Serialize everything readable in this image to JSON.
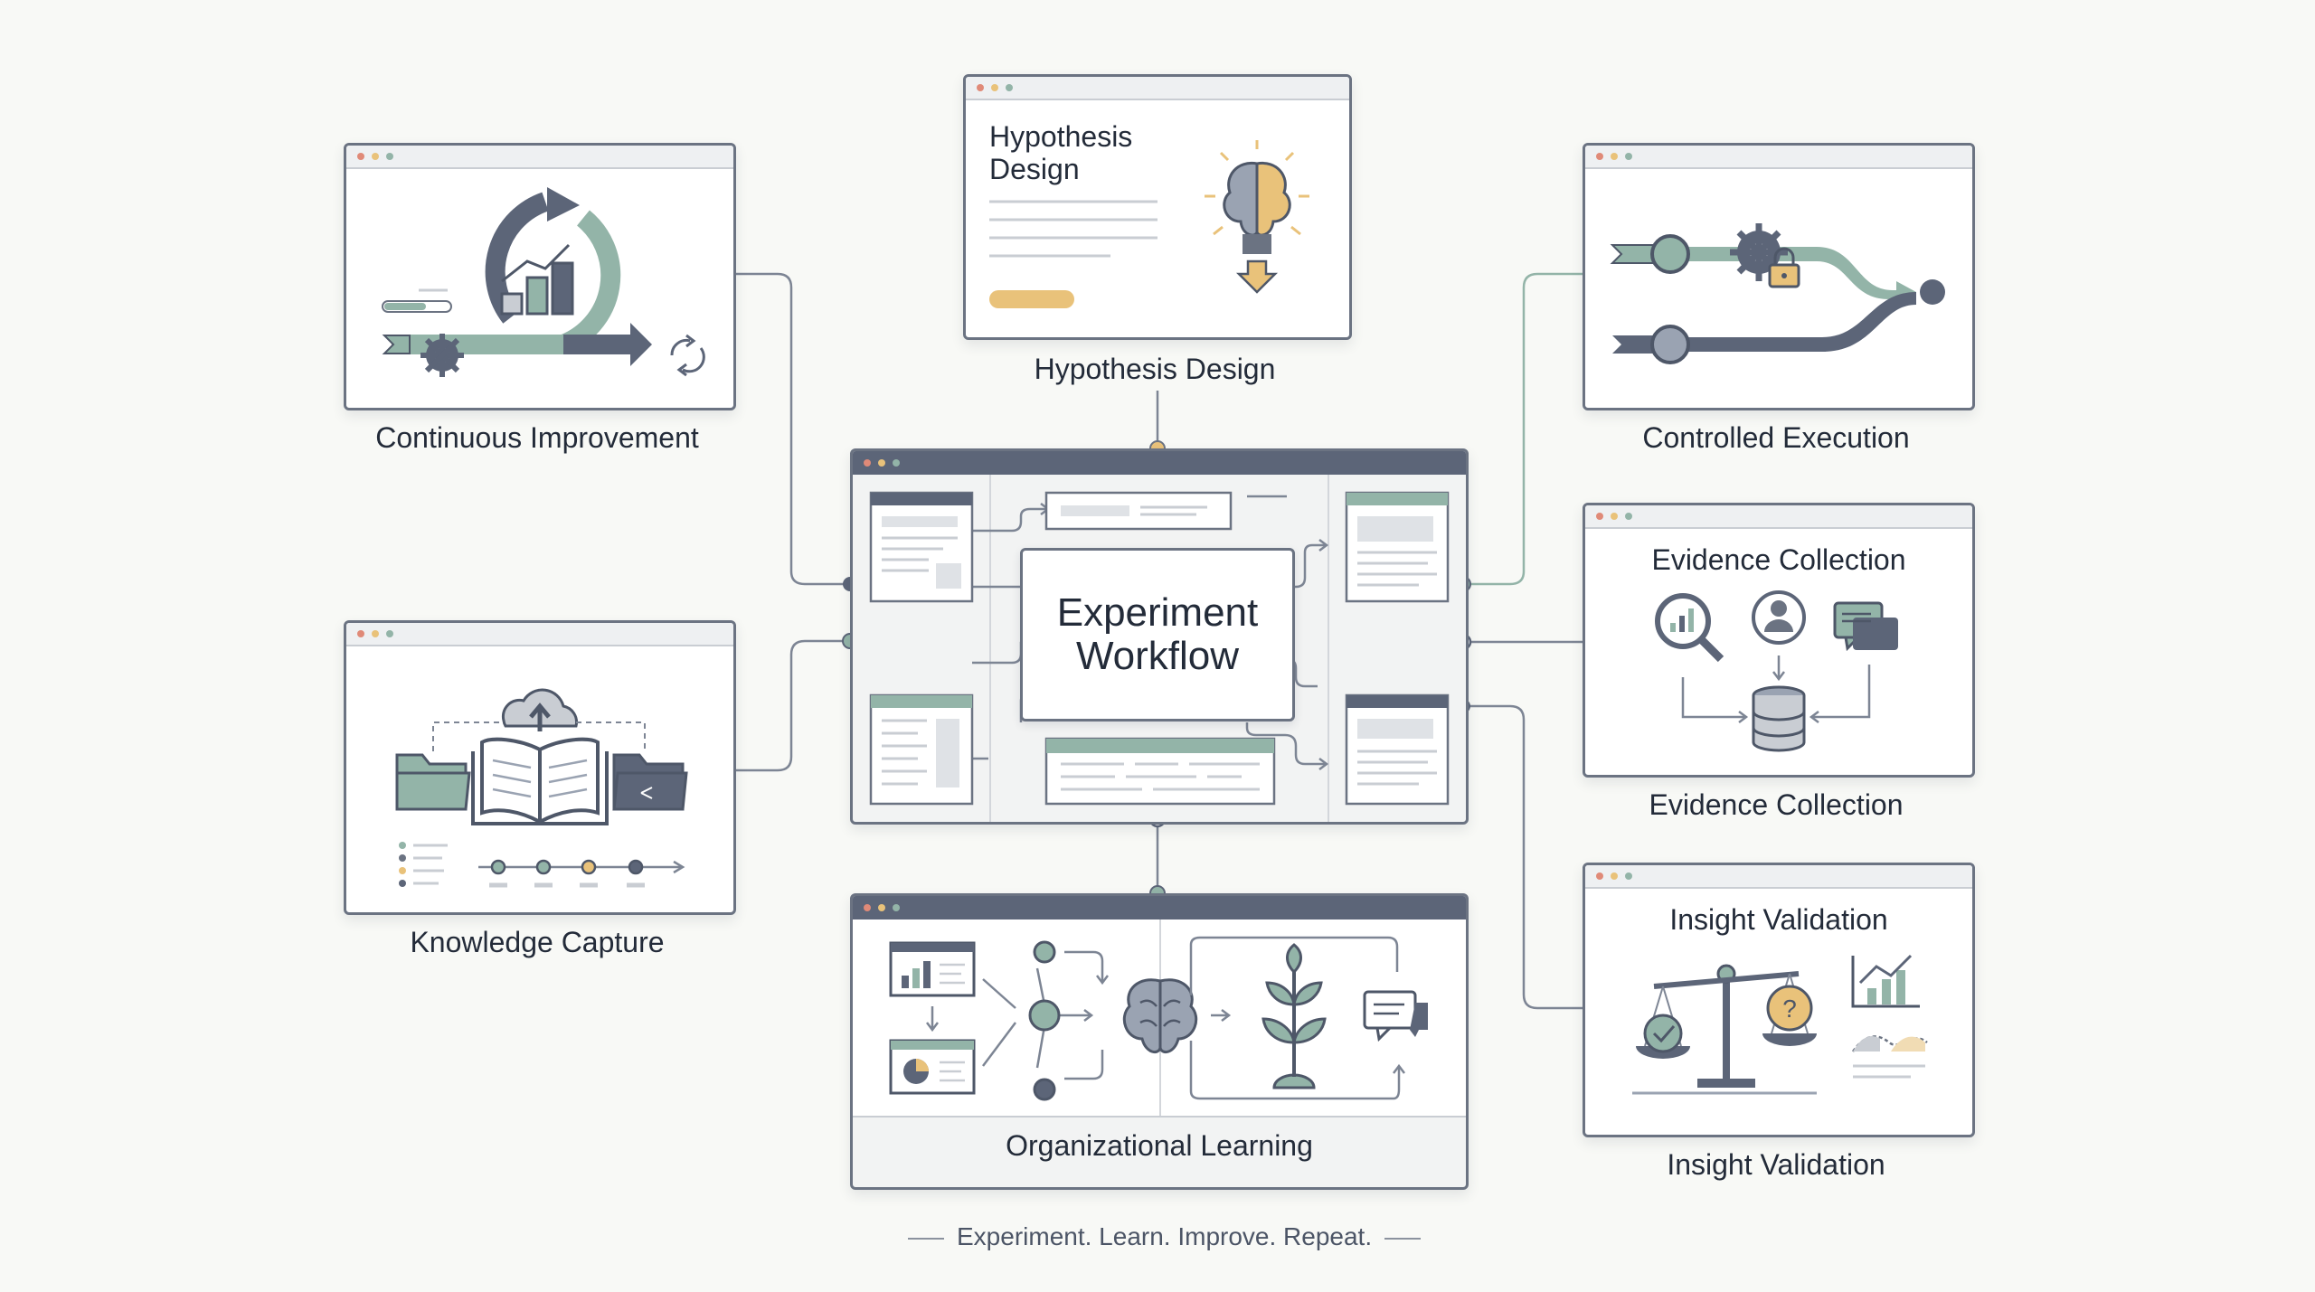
{
  "center": {
    "title_line1": "Experiment",
    "title_line2": "Workflow"
  },
  "hypothesis": {
    "window_title_line1": "Hypothesis",
    "window_title_line2": "Design",
    "caption": "Hypothesis Design"
  },
  "continuous": {
    "caption": "Continuous Improvement"
  },
  "controlled": {
    "caption": "Controlled Execution"
  },
  "evidence": {
    "window_title": "Evidence Collection",
    "caption": "Evidence Collection"
  },
  "knowledge": {
    "caption": "Knowledge Capture"
  },
  "insight": {
    "window_title": "Insight Validation",
    "caption": "Insight Validation"
  },
  "organizational": {
    "caption": "Organizational Learning"
  },
  "tagline": "Experiment. Learn. Improve. Repeat.",
  "colors": {
    "slate": "#5c6578",
    "sage": "#93b4a8",
    "amber": "#e9c27a",
    "border": "#6b7382",
    "background": "#f8f9f6"
  }
}
